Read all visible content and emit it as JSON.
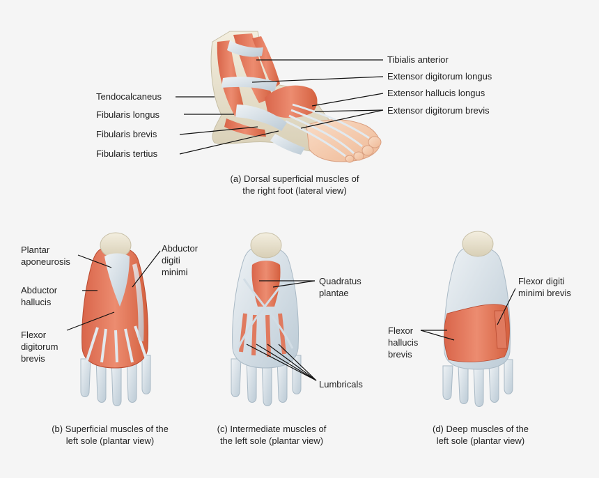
{
  "panel_a": {
    "caption_line1": "(a) Dorsal superficial muscles of",
    "caption_line2": "the right foot (lateral view)",
    "labels": {
      "tibialis_anterior": "Tibialis anterior",
      "extensor_digitorum_longus": "Extensor digitorum longus",
      "extensor_hallucis_longus": "Extensor hallucis longus",
      "extensor_digitorum_brevis": "Extensor digitorum brevis",
      "tendocalcaneus": "Tendocalcaneus",
      "fibularis_longus": "Fibularis longus",
      "fibularis_brevis": "Fibularis brevis",
      "fibularis_tertius": "Fibularis tertius"
    }
  },
  "panel_b": {
    "caption_line1": "(b) Superficial muscles of the",
    "caption_line2": "left sole (plantar view)",
    "labels": {
      "plantar_aponeurosis_1": "Plantar",
      "plantar_aponeurosis_2": "aponeurosis",
      "abductor_hallucis_1": "Abductor",
      "abductor_hallucis_2": "hallucis",
      "flexor_digitorum_brevis_1": "Flexor",
      "flexor_digitorum_brevis_2": "digitorum",
      "flexor_digitorum_brevis_3": "brevis",
      "abductor_digiti_minimi_1": "Abductor",
      "abductor_digiti_minimi_2": "digiti",
      "abductor_digiti_minimi_3": "minimi"
    }
  },
  "panel_c": {
    "caption_line1": "(c) Intermediate muscles of",
    "caption_line2": "the left sole (plantar view)",
    "labels": {
      "quadratus_plantae_1": "Quadratus",
      "quadratus_plantae_2": "plantae",
      "lumbricals": "Lumbricals"
    }
  },
  "panel_d": {
    "caption_line1": "(d) Deep muscles of the",
    "caption_line2": "left sole (plantar view)",
    "labels": {
      "flexor_digiti_minimi_brevis_1": "Flexor digiti",
      "flexor_digiti_minimi_brevis_2": "minimi brevis",
      "flexor_hallucis_brevis_1": "Flexor",
      "flexor_hallucis_brevis_2": "hallucis",
      "flexor_hallucis_brevis_3": "brevis"
    }
  },
  "colors": {
    "background": "#f5f5f5",
    "muscle": "#e07a5f",
    "muscle_dark": "#c5553a",
    "tendon": "#dde6ec",
    "tendon_shade": "#b8c6d1",
    "bone": "#ece6d4",
    "skin": "#f6cfb4",
    "leader_line": "#111111"
  }
}
